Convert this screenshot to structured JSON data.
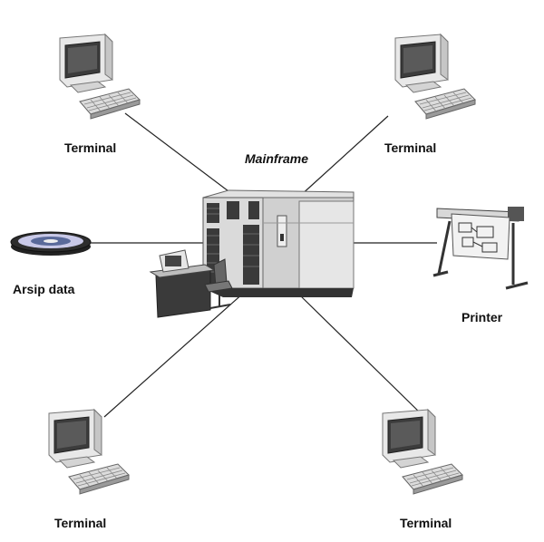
{
  "diagram": {
    "center": {
      "label": "Mainframe",
      "icon": "mainframe-icon"
    },
    "nodes": [
      {
        "id": "terminal_tl",
        "label": "Terminal",
        "icon": "terminal-icon"
      },
      {
        "id": "terminal_tr",
        "label": "Terminal",
        "icon": "terminal-icon"
      },
      {
        "id": "archive",
        "label": "Arsip data",
        "icon": "tape-reel-icon"
      },
      {
        "id": "printer",
        "label": "Printer",
        "icon": "plotter-printer-icon"
      },
      {
        "id": "terminal_bl",
        "label": "Terminal",
        "icon": "terminal-icon"
      },
      {
        "id": "terminal_br",
        "label": "Terminal",
        "icon": "terminal-icon"
      }
    ],
    "connections": [
      [
        "terminal_tl",
        "mainframe"
      ],
      [
        "terminal_tr",
        "mainframe"
      ],
      [
        "archive",
        "mainframe"
      ],
      [
        "printer",
        "mainframe"
      ],
      [
        "terminal_bl",
        "mainframe"
      ],
      [
        "terminal_br",
        "mainframe"
      ]
    ],
    "colors": {
      "line": "#222222",
      "device_light": "#e6e6e6",
      "device_mid": "#c8c8c8",
      "device_dark": "#555555",
      "screen": "#3a3a3a"
    }
  }
}
